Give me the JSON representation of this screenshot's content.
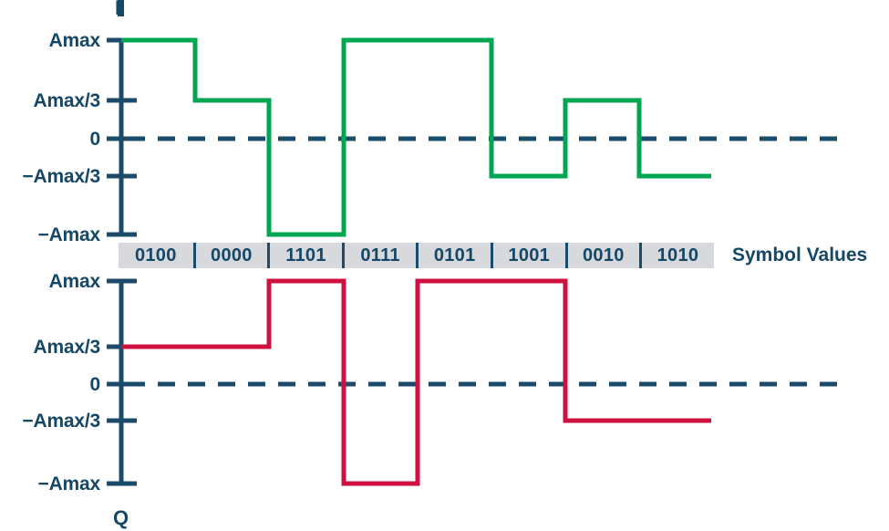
{
  "colors": {
    "ink": "#154766",
    "axis": "#1b4b6b",
    "i_wave": "#00a650",
    "q_wave": "#ce1141",
    "band_bg": "#d7d9dd",
    "zero_dash": "#1b4b6b",
    "background": "#ffffff"
  },
  "channels": {
    "i_label": "I",
    "q_label": "Q"
  },
  "axis": {
    "levels": [
      "Amax",
      "Amax/3",
      "0",
      "−Amax/3",
      "−Amax"
    ],
    "i_labels": [
      "Amax",
      "Amax/3",
      "0",
      "−Amax/3",
      "−Amax"
    ],
    "q_labels": [
      "Amax",
      "Amax/3",
      "0",
      "−Amax/3",
      "−Amax"
    ]
  },
  "symbol_row": {
    "caption": "Symbol Values",
    "symbols": [
      "0100",
      "0000",
      "1101",
      "0111",
      "0101",
      "1001",
      "0010",
      "1010"
    ]
  },
  "chart_data": {
    "type": "line",
    "title": "",
    "xlabel": "Symbol Values",
    "ylabel": "",
    "level_names": [
      "Amax",
      "Amax/3",
      "0",
      "-Amax/3",
      "-Amax"
    ],
    "level_values": [
      1,
      0.3333,
      0,
      -0.3333,
      -1
    ],
    "categories": [
      "0100",
      "0000",
      "1101",
      "0111",
      "0101",
      "1001",
      "0010",
      "1010"
    ],
    "series": [
      {
        "name": "I",
        "color": "#00a650",
        "style": "step",
        "level_labels": [
          "Amax",
          "Amax/3",
          "-Amax",
          "Amax",
          "Amax",
          "-Amax/3",
          "Amax/3",
          "-Amax/3"
        ],
        "values": [
          1,
          0.3333,
          -1,
          1,
          1,
          -0.3333,
          0.3333,
          -0.3333
        ]
      },
      {
        "name": "Q",
        "color": "#ce1141",
        "style": "step",
        "level_labels": [
          "Amax/3",
          "Amax/3",
          "Amax",
          "-Amax",
          "Amax",
          "Amax",
          "-Amax/3",
          "-Amax/3"
        ],
        "values": [
          0.3333,
          0.3333,
          1,
          -1,
          1,
          1,
          -0.3333,
          -0.3333
        ]
      }
    ],
    "zero_line": "dashed",
    "grid": false,
    "legend": "none"
  }
}
